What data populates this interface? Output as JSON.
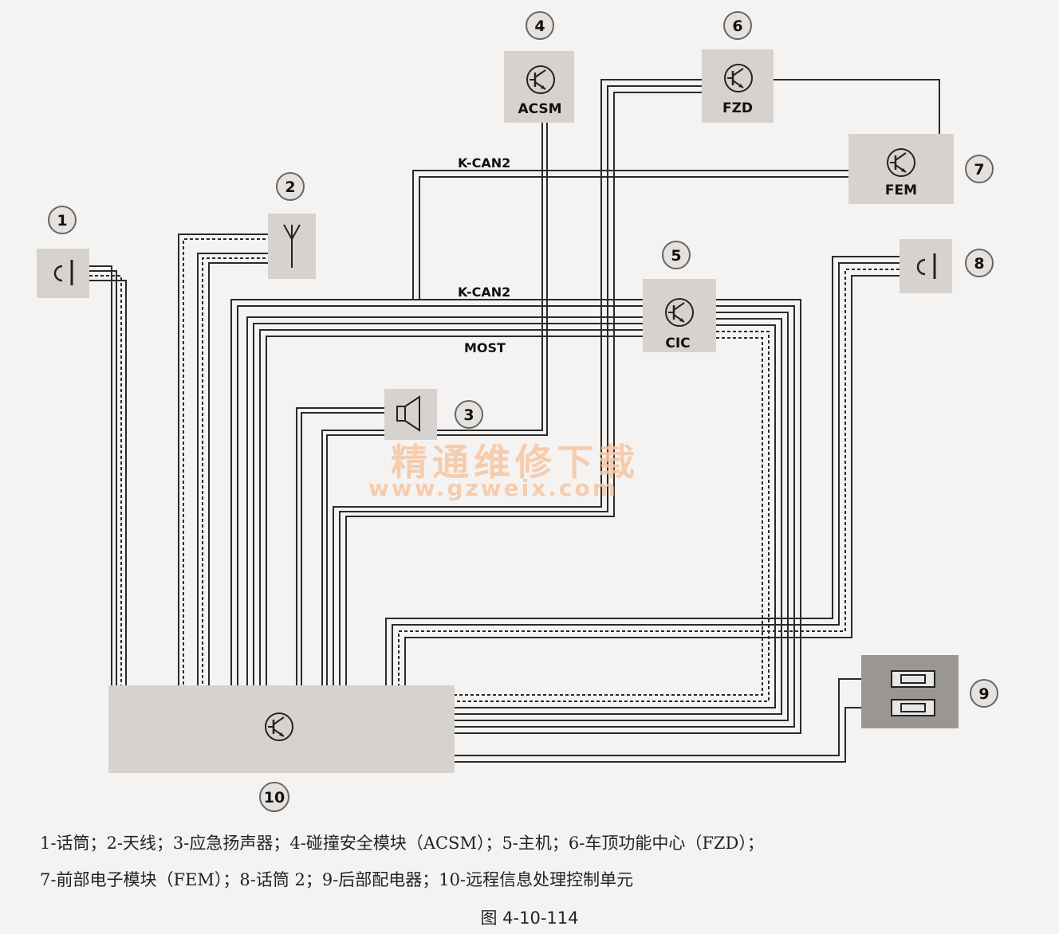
{
  "diagram": {
    "components": [
      {
        "id": 1,
        "number": "1",
        "label": "",
        "icon": "microphone-icon"
      },
      {
        "id": 2,
        "number": "2",
        "label": "",
        "icon": "antenna-icon"
      },
      {
        "id": 3,
        "number": "3",
        "label": "",
        "icon": "speaker-icon"
      },
      {
        "id": 4,
        "number": "4",
        "label": "ACSM",
        "icon": "control-unit-icon"
      },
      {
        "id": 5,
        "number": "5",
        "label": "CIC",
        "icon": "control-unit-icon"
      },
      {
        "id": 6,
        "number": "6",
        "label": "FZD",
        "icon": "control-unit-icon"
      },
      {
        "id": 7,
        "number": "7",
        "label": "FEM",
        "icon": "control-unit-icon"
      },
      {
        "id": 8,
        "number": "8",
        "label": "",
        "icon": "microphone-icon"
      },
      {
        "id": 9,
        "number": "9",
        "label": "",
        "icon": "fuse-icon"
      },
      {
        "id": 10,
        "number": "10",
        "label": "",
        "icon": "control-unit-icon"
      }
    ],
    "bus_labels": {
      "kcan2_top": "K-CAN2",
      "kcan2_mid": "K-CAN2",
      "most": "MOST"
    },
    "watermark": {
      "cn": "精通维修下载",
      "url": "www.gzweix.com"
    }
  },
  "caption": {
    "line1": "1-话筒；2-天线；3-应急扬声器；4-碰撞安全模块（ACSM）；5-主机；6-车顶功能中心（FZD）；",
    "line2": "7-前部电子模块（FEM）；8-话筒 2；9-后部配电器；10-远程信息处理控制单元",
    "figure": "图 4-10-114"
  },
  "colors": {
    "box_fill": "#d6d2cf",
    "wire": "#2a2a2a",
    "watermark": "#f6c6a3"
  }
}
